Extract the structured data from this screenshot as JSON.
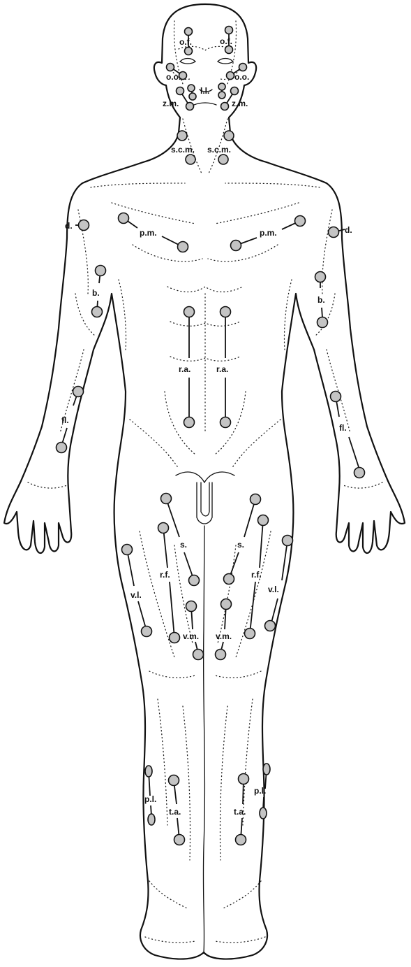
{
  "labels": {
    "of_l": "o.f.",
    "of_r": "o.f.",
    "oo_l": "o.o.",
    "oo_r": "o.o.",
    "ll": "l.l.",
    "zm_l": "z.m.",
    "zm_r": "z.m.",
    "scm_l": "s.c.m.",
    "scm_r": "s.c.m.",
    "d_l": "d.",
    "d_r": "d.",
    "pm_l": "p.m.",
    "pm_r": "p.m.",
    "b_l": "b.",
    "b_r": "b.",
    "ra_l": "r.a.",
    "ra_r": "r.a.",
    "fl_l": "fl.",
    "fl_r": "fl.",
    "s_l": "s.",
    "s_r": "s.",
    "rf_l": "r.f.",
    "rf_r": "r.f.",
    "vl_l": "v.l.",
    "vl_r": "v.l.",
    "vm_l": "v.m.",
    "vm_r": "v.m.",
    "pl_l": "p.l.",
    "pl_r": "p.l.",
    "ta_l": "t.a.",
    "ta_r": "t.a."
  }
}
